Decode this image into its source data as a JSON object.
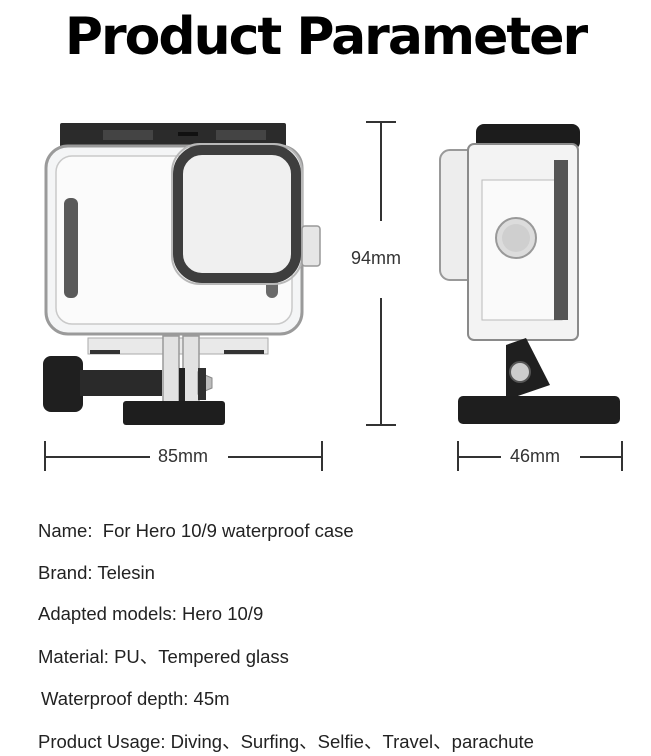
{
  "title": "Product Parameter",
  "dimensions": {
    "width": "85mm",
    "height": "94mm",
    "depth": "46mm"
  },
  "images": {
    "front": "camera-waterproof-housing-front-view",
    "side": "camera-waterproof-housing-side-view"
  },
  "specs": [
    {
      "label": "Name:",
      "value": "For Hero 10/9 waterproof case"
    },
    {
      "label": "Brand:",
      "value": "Telesin"
    },
    {
      "label": "Adapted models:",
      "value": "Hero 10/9"
    },
    {
      "label": "Material:",
      "value": "PU、Tempered glass"
    },
    {
      "label": "Waterproof depth:",
      "value": "45m"
    },
    {
      "label": "Product Usage:",
      "value": "Diving、Surfing、Selfie、Travel、parachute"
    }
  ]
}
